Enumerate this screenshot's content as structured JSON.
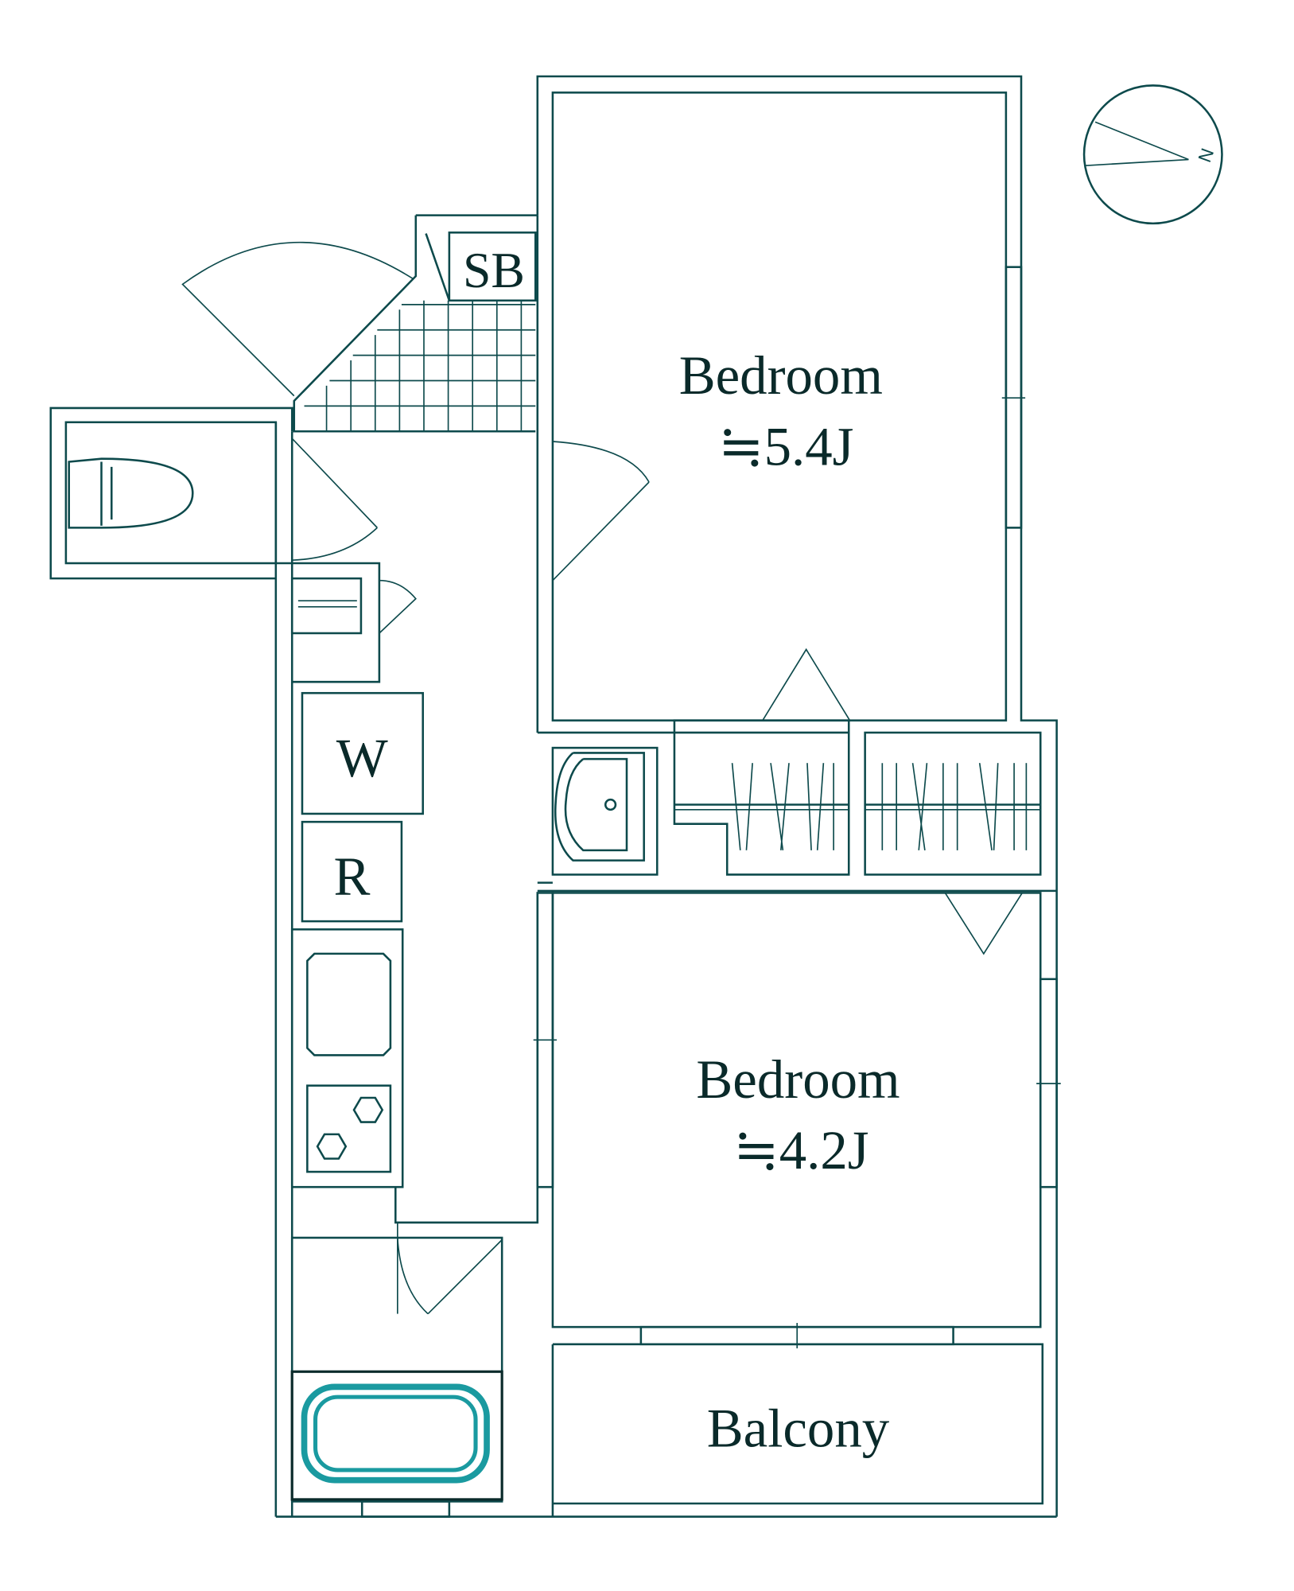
{
  "rooms": {
    "bedroom1": {
      "name": "Bedroom",
      "size": "≒5.4J"
    },
    "bedroom2": {
      "name": "Bedroom",
      "size": "≒4.2J"
    },
    "balcony": {
      "name": "Balcony"
    }
  },
  "fixtures": {
    "shoe_box": "SB",
    "washer": "W",
    "refrigerator": "R"
  },
  "compass": {
    "label": "N"
  },
  "colors": {
    "line": "#0d4a4c",
    "bathtub": "#1a9aa0"
  }
}
